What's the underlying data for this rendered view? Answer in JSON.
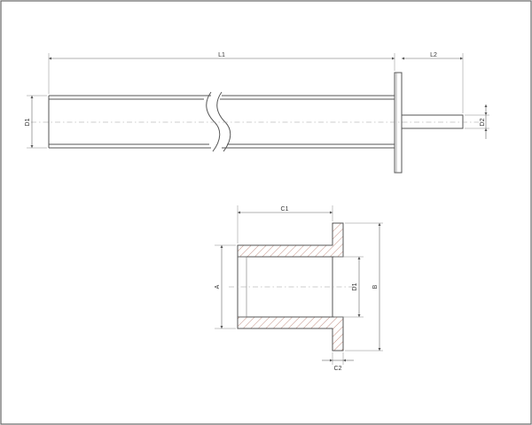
{
  "shaft_view": {
    "dimensions": {
      "length_main": "L1",
      "length_flange": "L2",
      "outer_diameter": "D1",
      "tip_diameter": "D2"
    }
  },
  "bushing_section": {
    "dimensions": {
      "body_length": "C1",
      "flange_thickness": "C2",
      "outer_diameter": "A",
      "inner_diameter": "D1",
      "flange_diameter": "B"
    }
  }
}
